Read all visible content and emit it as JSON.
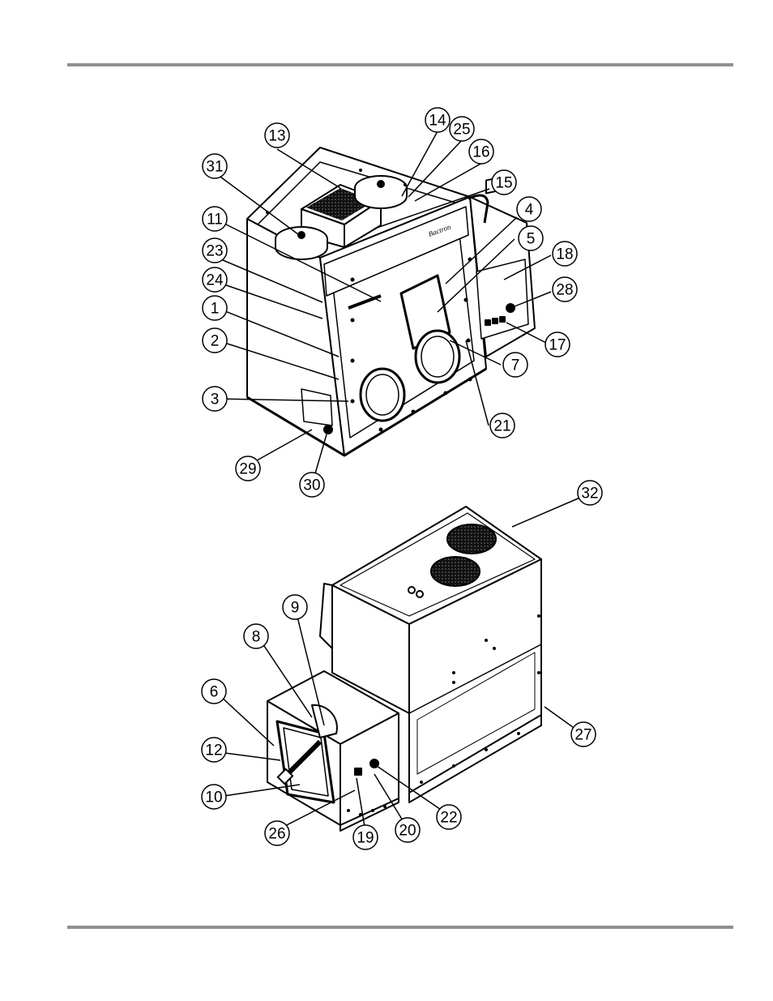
{
  "callouts": [
    {
      "n": "13"
    },
    {
      "n": "14"
    },
    {
      "n": "25"
    },
    {
      "n": "16"
    },
    {
      "n": "31"
    },
    {
      "n": "15"
    },
    {
      "n": "4"
    },
    {
      "n": "11"
    },
    {
      "n": "5"
    },
    {
      "n": "18"
    },
    {
      "n": "23"
    },
    {
      "n": "24"
    },
    {
      "n": "28"
    },
    {
      "n": "1"
    },
    {
      "n": "17"
    },
    {
      "n": "2"
    },
    {
      "n": "7"
    },
    {
      "n": "3"
    },
    {
      "n": "21"
    },
    {
      "n": "29"
    },
    {
      "n": "30"
    },
    {
      "n": "32"
    },
    {
      "n": "9"
    },
    {
      "n": "8"
    },
    {
      "n": "6"
    },
    {
      "n": "27"
    },
    {
      "n": "12"
    },
    {
      "n": "10"
    },
    {
      "n": "22"
    },
    {
      "n": "26"
    },
    {
      "n": "20"
    },
    {
      "n": "19"
    }
  ],
  "panel_brand": "Bactron"
}
